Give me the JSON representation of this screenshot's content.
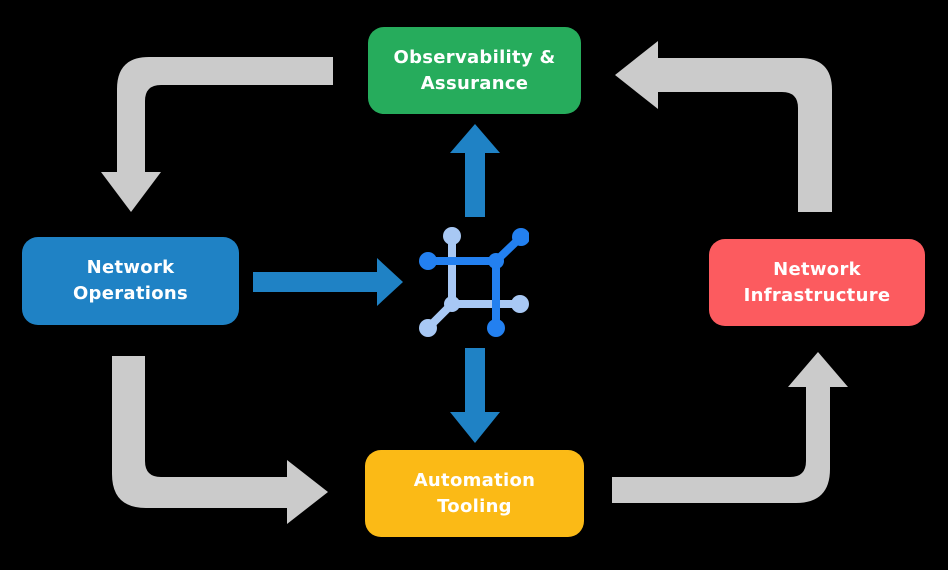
{
  "diagram": {
    "title_implicit": "",
    "background_color": "#000000",
    "nodes": [
      {
        "id": "observability",
        "label_line1": "Observability &",
        "label_line2": "Assurance",
        "color": "#26AC5C"
      },
      {
        "id": "network-operations",
        "label_line1": "Network",
        "label_line2": "Operations",
        "color": "#1F82C5"
      },
      {
        "id": "network-infrastructure",
        "label_line1": "Network",
        "label_line2": "Infrastructure",
        "color": "#FC5B5F"
      },
      {
        "id": "automation-tooling",
        "label_line1": "Automation",
        "label_line2": "Tooling",
        "color": "#FBBA16"
      }
    ],
    "center_icon": {
      "name": "network-mesh-icon",
      "dark_blue": "#2380F0",
      "light_blue": "#A8C8F4"
    },
    "arrows": {
      "gray_color": "#CBCBCB",
      "blue_color": "#1F82C5",
      "gray_flows": [
        "observability-to-operations",
        "infrastructure-to-observability",
        "operations-to-automation",
        "automation-to-infrastructure"
      ],
      "blue_flows": [
        "operations-to-platform",
        "platform-to-observability",
        "platform-to-automation"
      ]
    }
  }
}
